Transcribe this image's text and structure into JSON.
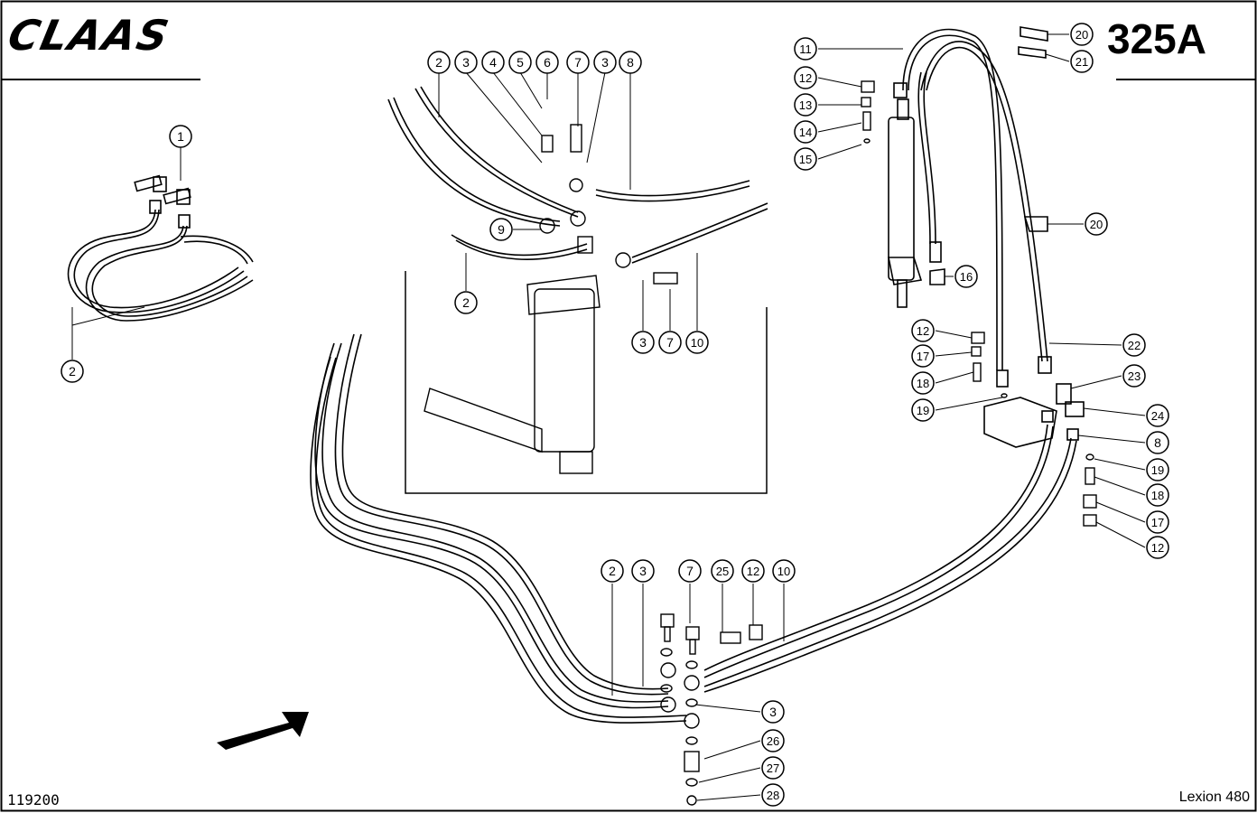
{
  "header": {
    "brand": "CLAAS",
    "page_number": "325A"
  },
  "footer": {
    "document_number": "119200",
    "model": "Lexion 480"
  },
  "callouts": [
    {
      "id": "c1",
      "label": "1"
    },
    {
      "id": "c2a",
      "label": "2"
    },
    {
      "id": "c2b",
      "label": "2"
    },
    {
      "id": "c3a",
      "label": "3"
    },
    {
      "id": "c4",
      "label": "4"
    },
    {
      "id": "c5",
      "label": "5"
    },
    {
      "id": "c6",
      "label": "6"
    },
    {
      "id": "c7a",
      "label": "7"
    },
    {
      "id": "c3b",
      "label": "3"
    },
    {
      "id": "c8a",
      "label": "8"
    },
    {
      "id": "c9",
      "label": "9"
    },
    {
      "id": "c2c",
      "label": "2"
    },
    {
      "id": "c3c",
      "label": "3"
    },
    {
      "id": "c7b",
      "label": "7"
    },
    {
      "id": "c10a",
      "label": "10"
    },
    {
      "id": "c11",
      "label": "11"
    },
    {
      "id": "c12a",
      "label": "12"
    },
    {
      "id": "c13",
      "label": "13"
    },
    {
      "id": "c14",
      "label": "14"
    },
    {
      "id": "c15",
      "label": "15"
    },
    {
      "id": "c16",
      "label": "16"
    },
    {
      "id": "c20a",
      "label": "20"
    },
    {
      "id": "c21",
      "label": "21"
    },
    {
      "id": "c20b",
      "label": "20"
    },
    {
      "id": "c12b",
      "label": "12"
    },
    {
      "id": "c17a",
      "label": "17"
    },
    {
      "id": "c18a",
      "label": "18"
    },
    {
      "id": "c19a",
      "label": "19"
    },
    {
      "id": "c22",
      "label": "22"
    },
    {
      "id": "c23",
      "label": "23"
    },
    {
      "id": "c24",
      "label": "24"
    },
    {
      "id": "c8b",
      "label": "8"
    },
    {
      "id": "c19b",
      "label": "19"
    },
    {
      "id": "c18b",
      "label": "18"
    },
    {
      "id": "c17b",
      "label": "17"
    },
    {
      "id": "c12c",
      "label": "12"
    },
    {
      "id": "c2d",
      "label": "2"
    },
    {
      "id": "c3d",
      "label": "3"
    },
    {
      "id": "c7c",
      "label": "7"
    },
    {
      "id": "c25",
      "label": "25"
    },
    {
      "id": "c12d",
      "label": "12"
    },
    {
      "id": "c10b",
      "label": "10"
    },
    {
      "id": "c3e",
      "label": "3"
    },
    {
      "id": "c26",
      "label": "26"
    },
    {
      "id": "c27",
      "label": "27"
    },
    {
      "id": "c28",
      "label": "28"
    }
  ]
}
